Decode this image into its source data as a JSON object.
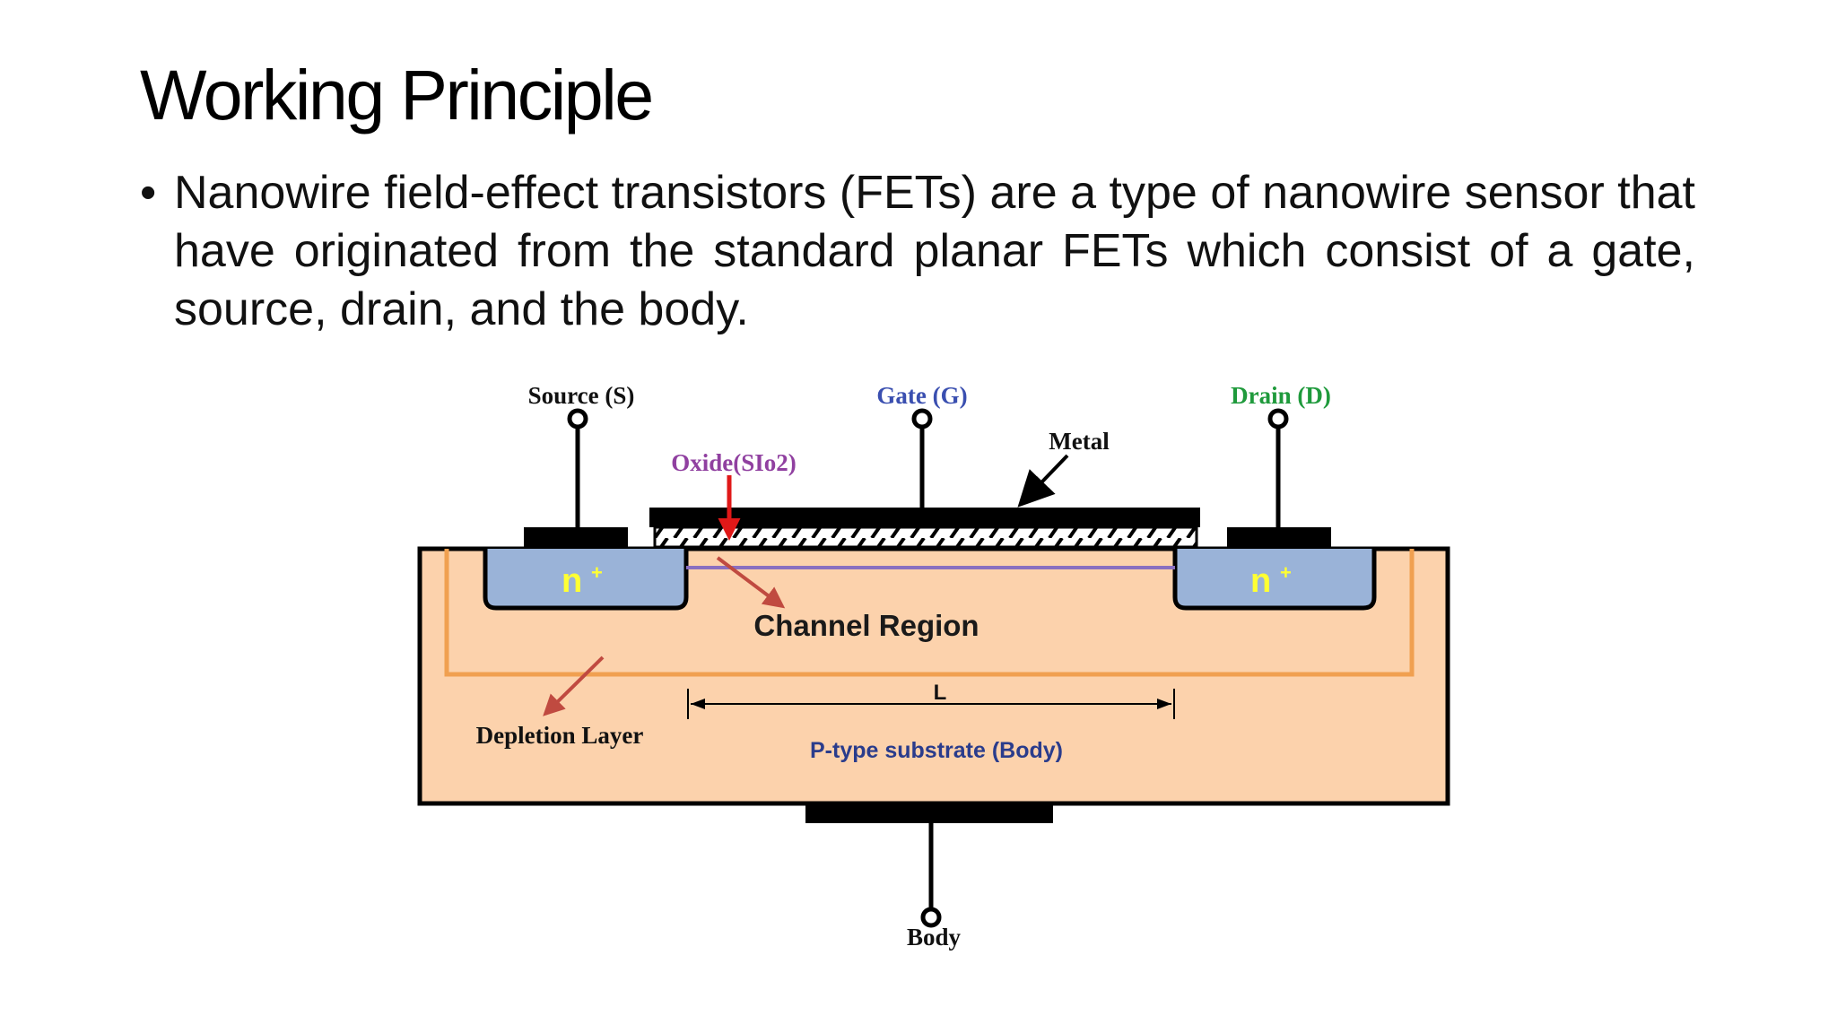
{
  "slide": {
    "title": "Working Principle",
    "bullets": [
      {
        "marker": "•",
        "text": "Nanowire field-effect transistors (FETs) are a type of nanowire sensor that have originated from the standard planar FETs which consist of a gate, source, drain, and the body."
      }
    ]
  },
  "diagram": {
    "labels": {
      "source": "Source (S)",
      "gate": "Gate (G)",
      "drain": "Drain (D)",
      "metal": "Metal",
      "oxide": "Oxide(SIo2)",
      "n_plus": "n",
      "n_plus_superscript": "+",
      "channel": "Channel Region",
      "length": "L",
      "depletion": "Depletion Layer",
      "substrate": "P-type substrate (Body)",
      "body": "Body"
    },
    "colors": {
      "substrate": "#fcd2ac",
      "n_region": "#9ab3d8",
      "n_label": "#ffff33",
      "depletion_line": "#f0a050",
      "channel_line": "#8a6fc0",
      "gate_label": "#3a4fb0",
      "drain_label": "#1f9a3c",
      "oxide_label": "#9040a0",
      "oxide_arrow": "#e01818",
      "pointer_arrow": "#c04a40",
      "substrate_label": "#2a3c8c",
      "outline": "#000000"
    }
  }
}
